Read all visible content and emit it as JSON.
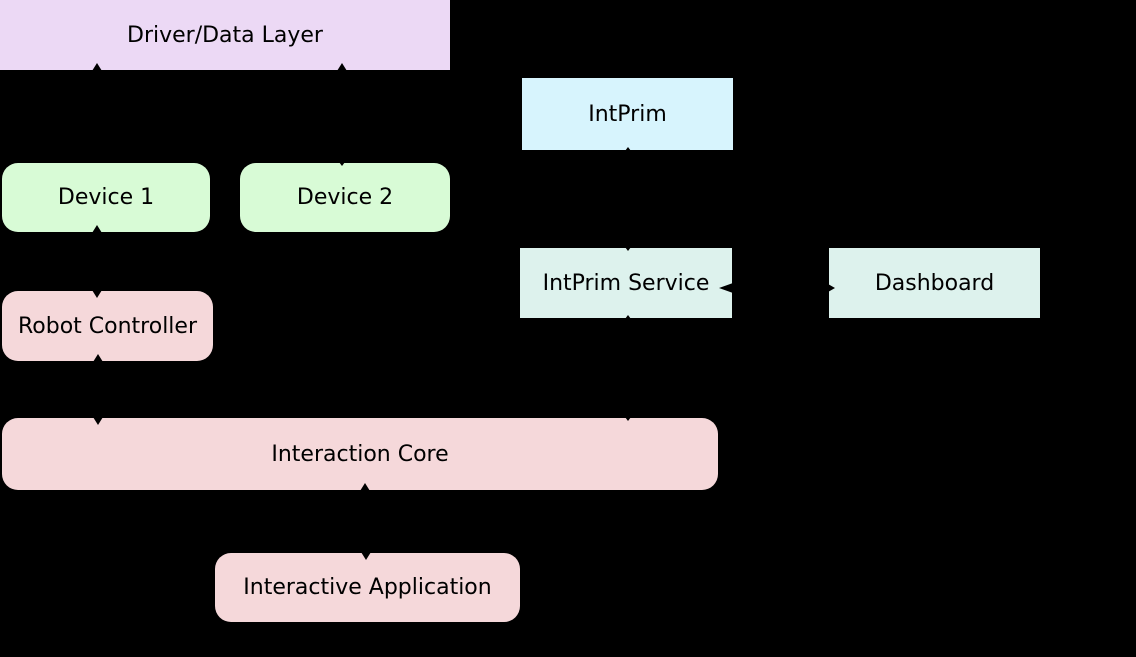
{
  "background": "#000000",
  "diagram": {
    "nodes": {
      "driver_data_layer": {
        "label": "Driver/Data Layer",
        "fill": "#ecd9f5",
        "shape": "rect"
      },
      "intprim": {
        "label": "IntPrim",
        "fill": "#d7f4fd",
        "shape": "rect"
      },
      "device_1": {
        "label": "Device 1",
        "fill": "#d8fbd6",
        "shape": "rounded"
      },
      "device_2": {
        "label": "Device 2",
        "fill": "#d8fbd6",
        "shape": "rounded"
      },
      "intprim_service": {
        "label": "IntPrim Service",
        "fill": "#ddf2ed",
        "shape": "rect"
      },
      "dashboard": {
        "label": "Dashboard",
        "fill": "#ddf2ed",
        "shape": "rect"
      },
      "robot_controller": {
        "label": "Robot Controller",
        "fill": "#f5d8da",
        "shape": "rounded"
      },
      "interaction_core": {
        "label": "Interaction Core",
        "fill": "#f5d8da",
        "shape": "rounded"
      },
      "interactive_application": {
        "label": "Interactive Application",
        "fill": "#f5d8da",
        "shape": "rounded"
      }
    },
    "edges": [
      {
        "from": "device_1",
        "to": "driver_data_layer",
        "arrows": "both"
      },
      {
        "from": "device_2",
        "to": "driver_data_layer",
        "arrows": "forward"
      },
      {
        "from": "robot_controller",
        "to": "device_1",
        "arrows": "both"
      },
      {
        "from": "interaction_core",
        "to": "robot_controller",
        "arrows": "both"
      },
      {
        "from": "intprim_service",
        "to": "intprim",
        "arrows": "line"
      },
      {
        "from": "interaction_core",
        "to": "intprim_service",
        "arrows": "line"
      },
      {
        "from": "dashboard",
        "to": "intprim_service",
        "arrows": "both"
      },
      {
        "from": "interactive_application",
        "to": "interaction_core",
        "arrows": "both"
      }
    ],
    "colors": {
      "edge": "#000000",
      "text": "#000000"
    }
  }
}
